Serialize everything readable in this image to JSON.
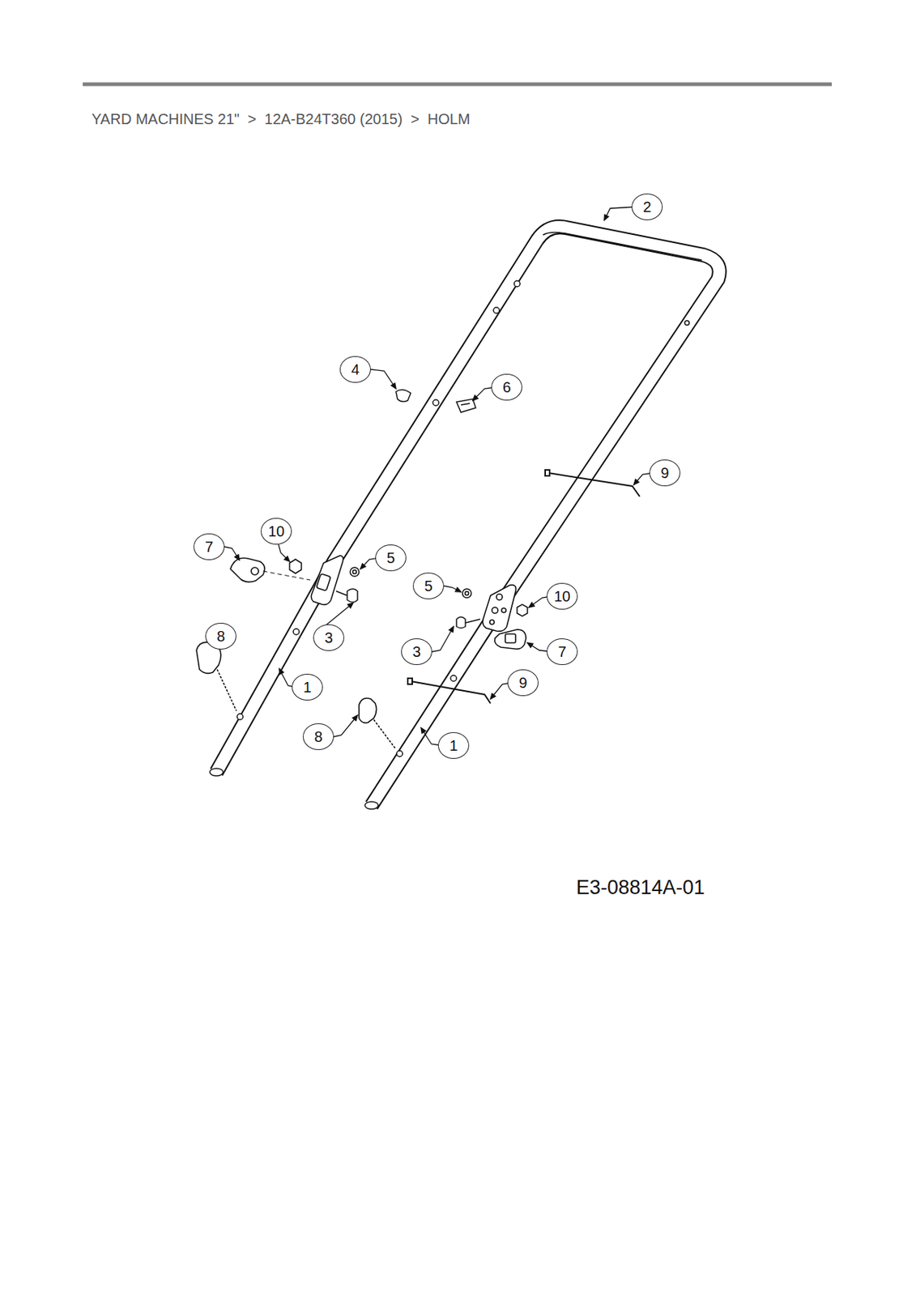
{
  "diagram": {
    "title": "YARD MACHINES 21\"  >  12A-B24T360 (2015)  >  HOLM",
    "labels": [
      "2",
      "4",
      "6",
      "9",
      "7",
      "10",
      "5",
      "5",
      "10",
      "3",
      "3",
      "7",
      "8",
      "1",
      "9",
      "8",
      "1",
      "E3-08814A-01"
    ]
  }
}
